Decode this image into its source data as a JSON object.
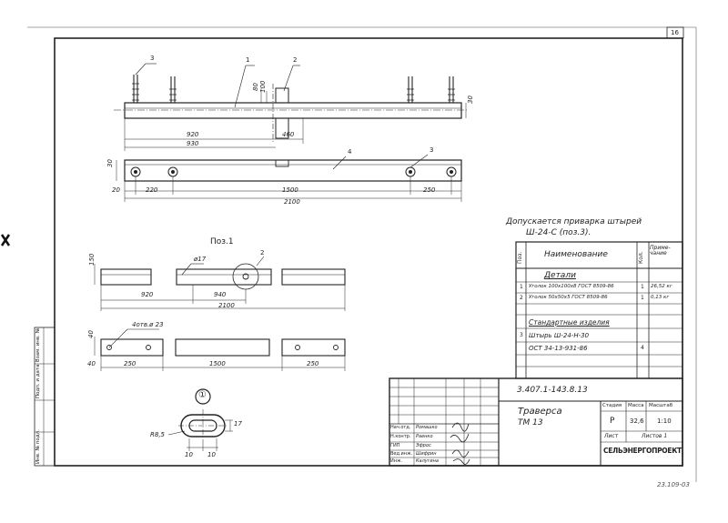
{
  "sheet": {
    "page_number": "16",
    "footer_code": "23.109-03",
    "note_line1": "Допускается приварка штырей",
    "note_line2": "Ш-24-С (поз.3).",
    "detail_title": "Поз.1",
    "section_mark": "①"
  },
  "dims": {
    "d_920_top": "920",
    "d_460": "460",
    "d_930": "930",
    "d_30_a": "30",
    "d_30_b": "30",
    "d_80": "80",
    "d_100": "100",
    "d_150": "150",
    "d_20": "20",
    "d_220": "220",
    "d_1500": "1500",
    "d_250_top": "250",
    "d_2100_top": "2100",
    "d_phi17": "ø17",
    "d_920_mid": "920",
    "d_940": "940",
    "d_2100_mid": "2100",
    "d_40a": "40",
    "d_40b": "40",
    "d_holes": "4отв.ø 23",
    "d_250_l": "250",
    "d_1500_b": "1500",
    "d_250_r": "250",
    "d_17": "17",
    "d_r85": "R8,5",
    "d_10a": "10",
    "d_10b": "10"
  },
  "leaders": {
    "l1": "1",
    "l2": "2",
    "l3": "3",
    "l4": "4",
    "l3b": "3",
    "l2b": "2"
  },
  "spec": {
    "col_pos": "Поз.",
    "col_name": "Наименование",
    "col_qty": "Кол.",
    "col_note": "Приме-чание",
    "group1": "Детали",
    "rows": [
      {
        "pos": "1",
        "name": "Уголок 100х100х8 ГОСТ 8509-86",
        "qty": "1",
        "note": "26,52 кг"
      },
      {
        "pos": "2",
        "name": "Уголок 50х50х5 ГОСТ 8509-86",
        "qty": "1",
        "note": "0,13 кг"
      }
    ],
    "group2": "Стандартные изделия",
    "row3_pos": "3",
    "row3_name1": "Штырь Ш-24-Н-30",
    "row3_name2": "ОСТ 34-13-931-86",
    "row3_qty": "4"
  },
  "stamp": {
    "doc_code": "3.407.1-143.8.13",
    "title1": "Траверса",
    "title2": "ТМ 13",
    "h_stage": "Стадия",
    "h_mass": "Масса",
    "h_scale": "Масштаб",
    "stage": "Р",
    "mass": "32,6",
    "scale": "1:10",
    "sheet_label": "Лист",
    "sheets_label": "Листов 1",
    "org": "СЕЛЬЭНЕРГОПРОЕКТ",
    "roles": [
      "Нач.отд.",
      "Н.контр.",
      "ГИП",
      "Вед.инж.",
      "Инж."
    ],
    "names": [
      "Ромашко",
      "Раенко",
      "Эфрос",
      "Шифрин",
      "Калугина"
    ]
  },
  "side": {
    "s1": "Инв. № подл.",
    "s2": "Подп. и дата",
    "s3": "Взам. инв. №"
  }
}
